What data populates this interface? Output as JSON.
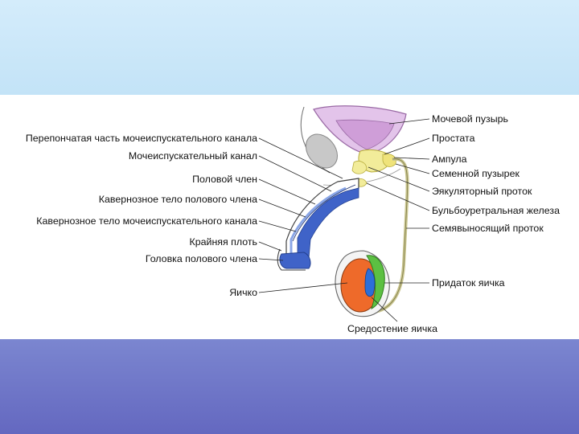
{
  "labels": {
    "membranous_urethra": "Перепончатая часть мочеиспускательного канала",
    "urethra": "Мочеиспускательный канал",
    "penis": "Половой член",
    "corpus_cavernosum_penis": "Кавернозное тело полового члена",
    "corpus_spongiosum": "Кавернозное тело мочеиспускательного канала",
    "foreskin": "Крайняя плоть",
    "glans": "Головка полового члена",
    "testis": "Яичко",
    "bladder": "Мочевой пузырь",
    "prostate": "Простата",
    "ampulla": "Ампула",
    "seminal_vesicle": "Семенной пузырек",
    "ejaculatory_duct": "Эякуляторный проток",
    "bulbourethral_gland": "Бульбоуретральная железа",
    "vas_deferens": "Семявыносящий проток",
    "epididymis": "Придаток яичка",
    "mediastinum_testis": "Средостение яичка"
  },
  "colors": {
    "bladder": "#e3c4ea",
    "prostate": "#f2ec9a",
    "corpus_blue": "#3f63c8",
    "testis_orange": "#ee6a2a",
    "epididymis_green": "#5cc042",
    "mediastinum_blue": "#2c6fd8"
  }
}
